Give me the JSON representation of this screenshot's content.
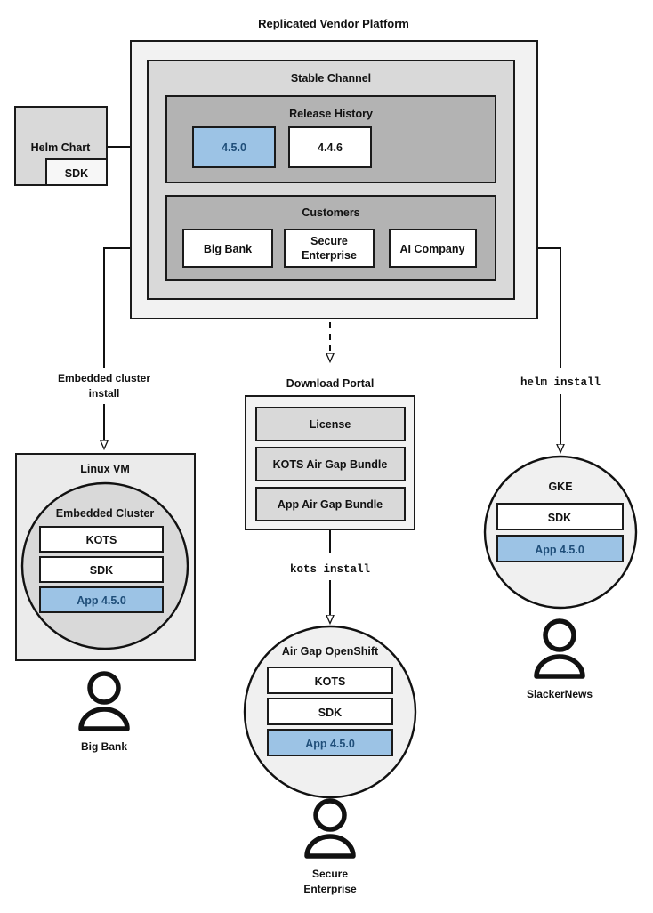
{
  "diagram": {
    "title": "Replicated Vendor Platform",
    "colors": {
      "platform_bg": "#f2f2f2",
      "channel_bg": "#d9d9d9",
      "inner_bg": "#b3b3b3",
      "white": "#ffffff",
      "accent_blue_fill": "#9cc3e5",
      "accent_blue_stroke": "#2e75b6",
      "accent_blue_text": "#1f4e79",
      "line": "#111111",
      "cluster_bg": "#d9d9d9",
      "circle_bg": "#f0f0f0",
      "portal_item_bg": "#d9d9d9"
    }
  },
  "source": {
    "helm_chart": {
      "label": "Helm Chart"
    },
    "helm_sdk": {
      "label": "SDK"
    }
  },
  "platform": {
    "channel": {
      "title": "Stable Channel"
    },
    "release_history": {
      "title": "Release History",
      "releases": [
        {
          "version": "4.5.0",
          "highlighted": true
        },
        {
          "version": "4.4.6",
          "highlighted": false
        }
      ]
    },
    "customers": {
      "title": "Customers",
      "items": [
        {
          "name": "Big Bank"
        },
        {
          "name": "Secure\nEnterprise",
          "line1": "Secure",
          "line2": "Enterprise"
        },
        {
          "name": "AI Company"
        }
      ]
    }
  },
  "flows": {
    "embedded": {
      "line1": "Embedded cluster",
      "line2": "install"
    },
    "kots": {
      "label": "kots install"
    },
    "helm": {
      "label": "helm install"
    }
  },
  "targets": {
    "linux_vm": {
      "title": "Linux VM",
      "cluster_title": "Embedded Cluster",
      "components": [
        {
          "label": "KOTS",
          "highlighted": false
        },
        {
          "label": "SDK",
          "highlighted": false
        },
        {
          "label": "App 4.5.0",
          "highlighted": true
        }
      ],
      "actor": "Big Bank"
    },
    "download_portal": {
      "title": "Download Portal",
      "items": [
        {
          "label": "License"
        },
        {
          "label": "KOTS Air Gap Bundle"
        },
        {
          "label": "App Air Gap Bundle"
        }
      ]
    },
    "airgap_openshift": {
      "title": "Air Gap OpenShift",
      "components": [
        {
          "label": "KOTS",
          "highlighted": false
        },
        {
          "label": "SDK",
          "highlighted": false
        },
        {
          "label": "App 4.5.0",
          "highlighted": true
        }
      ],
      "actor_line1": "Secure",
      "actor_line2": "Enterprise"
    },
    "gke": {
      "title": "GKE",
      "components": [
        {
          "label": "SDK",
          "highlighted": false
        },
        {
          "label": "App 4.5.0",
          "highlighted": true
        }
      ],
      "actor": "SlackerNews"
    }
  }
}
